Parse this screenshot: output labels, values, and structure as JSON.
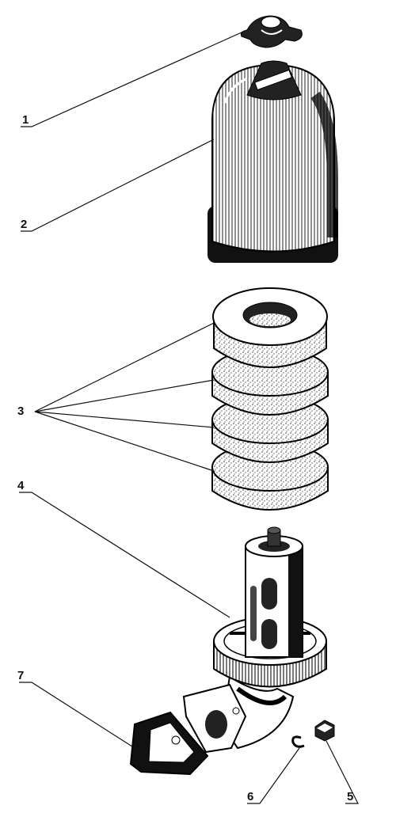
{
  "diagram": {
    "type": "exploded-parts-view",
    "colors": {
      "ink": "#111111",
      "paper": "#ffffff",
      "stipple": "#6b6b6b"
    },
    "callouts": [
      {
        "id": "1",
        "part": "wing-nut"
      },
      {
        "id": "2",
        "part": "cover"
      },
      {
        "id": "3",
        "part": "filter-rings"
      },
      {
        "id": "4",
        "part": "body-with-perforated-tube"
      },
      {
        "id": "5",
        "part": "nut"
      },
      {
        "id": "6",
        "part": "spring-washer"
      },
      {
        "id": "7",
        "part": "gasket"
      }
    ]
  }
}
